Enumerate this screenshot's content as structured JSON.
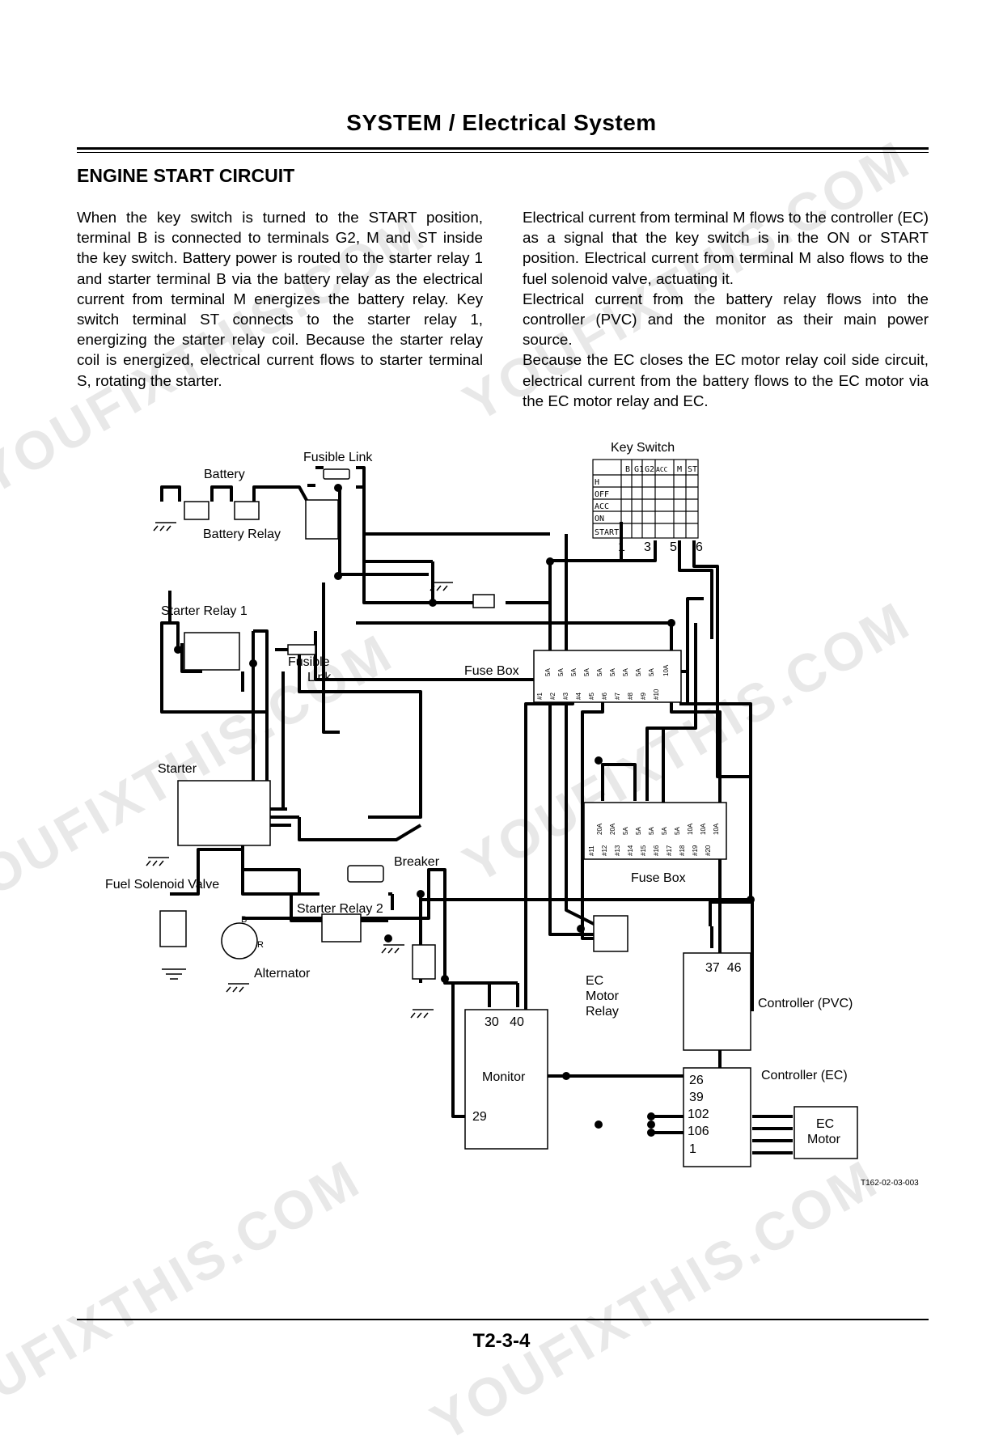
{
  "header": {
    "title": "SYSTEM / Electrical System"
  },
  "section": {
    "title": "ENGINE START CIRCUIT"
  },
  "col1": {
    "p1": "When the key switch is turned to the START position, terminal B is connected to terminals G2, M and ST inside the key switch. Battery power is routed to the starter relay 1 and starter terminal B via the battery relay as the electrical current from terminal M energizes the battery relay. Key switch terminal ST connects to the starter relay 1, energizing the starter relay coil. Because the starter relay coil is energized, electrical current flows to starter terminal S, rotating the starter."
  },
  "col2": {
    "p1": "Electrical current from terminal M flows to the controller (EC) as a signal that the key switch is in the ON or START position. Electrical current from terminal M also flows to the fuel solenoid valve, actuating it.",
    "p2": "Electrical current from the battery relay flows into the controller (PVC) and the monitor as their main power source.",
    "p3": "Because the EC closes the EC motor relay coil side circuit, electrical current from the battery flows to the EC motor via the EC motor relay and EC."
  },
  "diagram": {
    "fusible_link": "Fusible Link",
    "battery": "Battery",
    "battery_relay": "Battery Relay",
    "key_switch": "Key Switch",
    "key_switch_cols": [
      "B",
      "G1",
      "G2",
      "ACC",
      "M",
      "ST"
    ],
    "key_switch_rows": [
      "H",
      "OFF",
      "ACC",
      "ON",
      "START"
    ],
    "key_switch_terminals": [
      "1",
      "3",
      "5",
      "6"
    ],
    "starter_relay_1": "Starter Relay 1",
    "fusible_link_2a": "Fusible",
    "fusible_link_2b": "Link",
    "fuse_box_1": "Fuse Box",
    "fuse_box_1_fuses": [
      "#1",
      "#2",
      "#3",
      "#4",
      "#5",
      "#6",
      "#7",
      "#8",
      "#9",
      "#10"
    ],
    "fuse_box_1_amps": [
      "5A",
      "5A",
      "5A",
      "5A",
      "5A",
      "5A",
      "5A",
      "5A",
      "5A",
      "10A"
    ],
    "starter": "Starter",
    "breaker": "Breaker",
    "fuse_box_2": "Fuse Box",
    "fuse_box_2_fuses": [
      "#11",
      "#12",
      "#13",
      "#14",
      "#15",
      "#16",
      "#17",
      "#18",
      "#19",
      "#20"
    ],
    "fuse_box_2_amps": [
      "20A",
      "20A",
      "5A",
      "5A",
      "5A",
      "5A",
      "5A",
      "10A",
      "10A",
      "10A"
    ],
    "fuel_solenoid_valve": "Fuel Solenoid Valve",
    "starter_relay_2": "Starter Relay 2",
    "alternator": "Alternator",
    "alt_b": "B",
    "alt_r": "R",
    "ec_motor_relay_1": "EC",
    "ec_motor_relay_2": "Motor",
    "ec_motor_relay_3": "Relay",
    "pvc_pins": "37  46",
    "controller_pvc": "Controller (PVC)",
    "monitor_pins": "30   40",
    "monitor": "Monitor",
    "monitor_pin_29": "29",
    "controller_ec": "Controller (EC)",
    "ec_pins": [
      "26",
      "39",
      "102",
      "106",
      "1"
    ],
    "ec_motor_1": "EC",
    "ec_motor_2": "Motor",
    "figure_id": "T162-02-03-003"
  },
  "footer": {
    "page": "T2-3-4"
  },
  "watermark": {
    "text": "YOUFIXTHIS.COM"
  }
}
